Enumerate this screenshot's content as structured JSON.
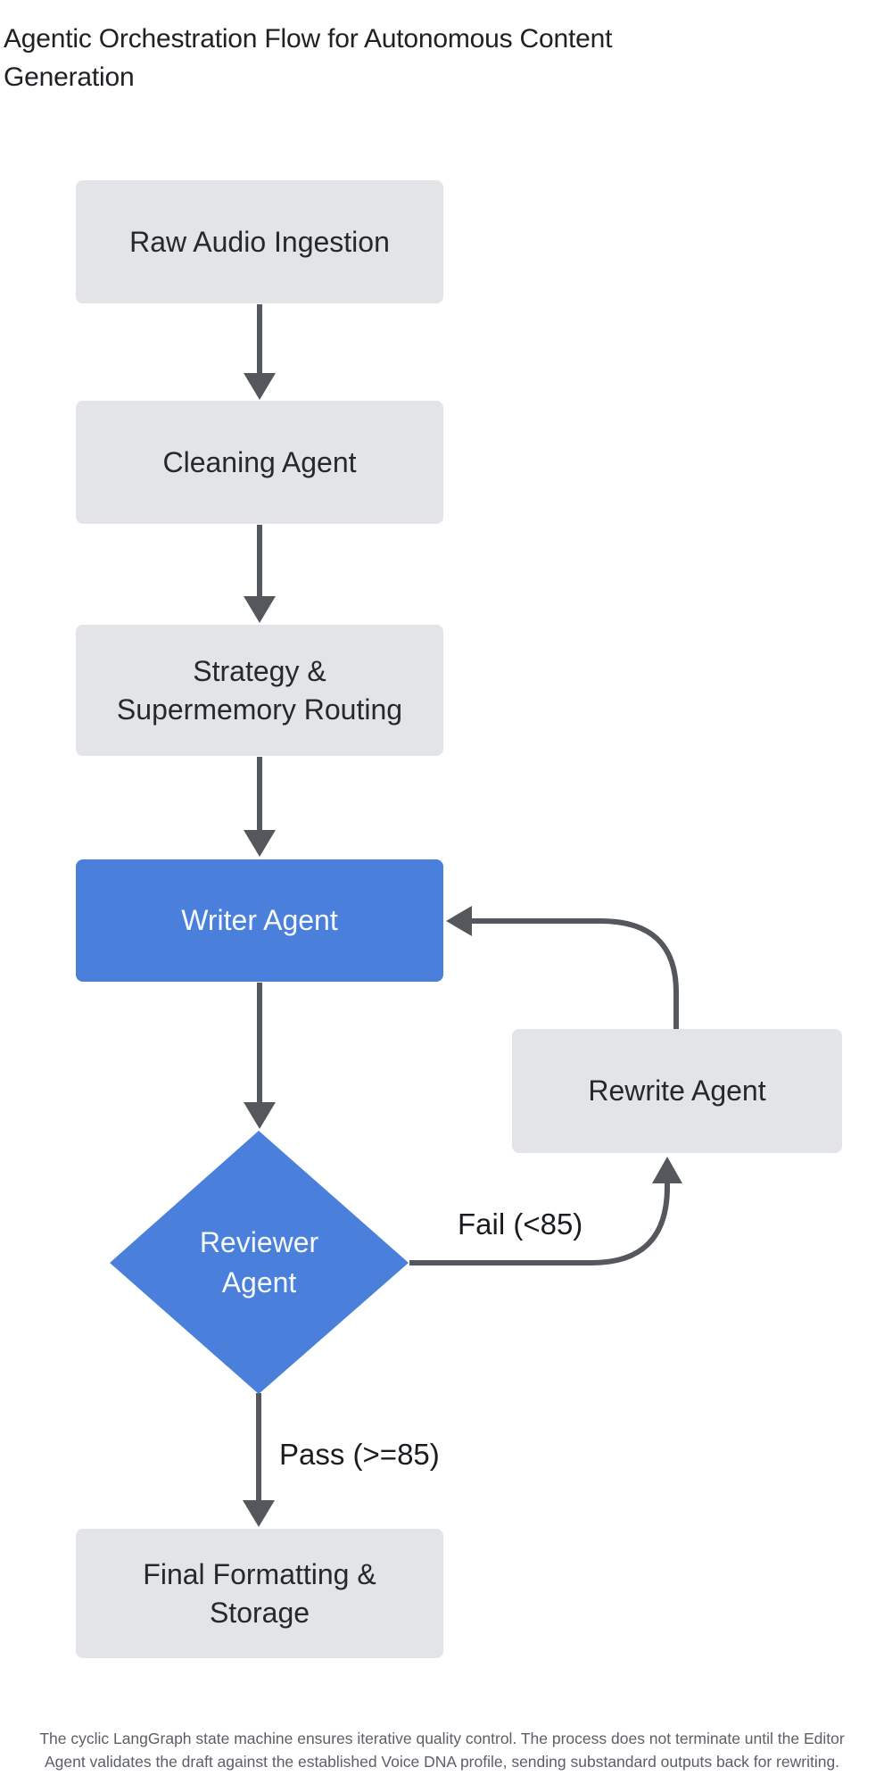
{
  "title": "Agentic Orchestration Flow for Autonomous Content\nGeneration",
  "nodes": {
    "raw_audio": {
      "label": "Raw Audio Ingestion",
      "shape": "rect",
      "fill": "gray"
    },
    "cleaning": {
      "label": "Cleaning Agent",
      "shape": "rect",
      "fill": "gray"
    },
    "strategy": {
      "label": "Strategy &\nSupermemory Routing",
      "shape": "rect",
      "fill": "gray"
    },
    "writer": {
      "label": "Writer Agent",
      "shape": "rect",
      "fill": "blue"
    },
    "reviewer": {
      "label": "Reviewer\nAgent",
      "shape": "diamond",
      "fill": "blue"
    },
    "rewrite": {
      "label": "Rewrite Agent",
      "shape": "rect",
      "fill": "gray"
    },
    "final": {
      "label": "Final Formatting &\nStorage",
      "shape": "rect",
      "fill": "gray"
    }
  },
  "edges": {
    "fail_label": "Fail (<85)",
    "pass_label": "Pass (>=85)"
  },
  "caption": "The cyclic LangGraph state machine ensures iterative quality control. The process does not terminate until the Editor\nAgent validates the draft against the established Voice DNA profile, sending substandard outputs back for rewriting.",
  "colors": {
    "accent_blue": "#4a80dc",
    "node_gray": "#e2e4e7",
    "arrow_gray": "#54585c",
    "title_text": "#202124",
    "caption_text": "#5b5f66"
  }
}
